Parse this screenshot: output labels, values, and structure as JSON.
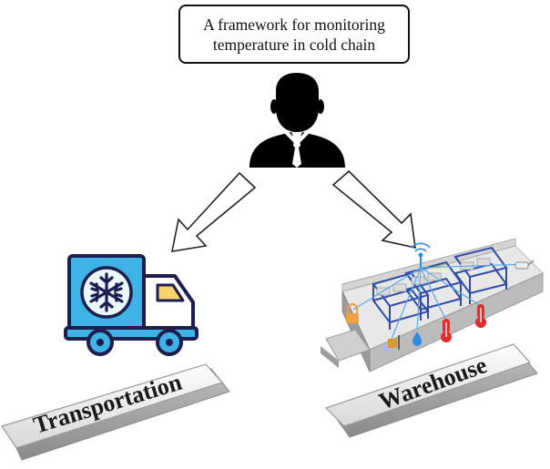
{
  "title": {
    "line1": "A framework for monitoring",
    "line2": "temperature in cold chain"
  },
  "nodes": {
    "person": {
      "icon": "businessman-icon"
    },
    "transport": {
      "icon": "refrigerated-truck-icon",
      "label": "Transportation"
    },
    "warehouse": {
      "icon": "cold-storage-warehouse-icon",
      "label": "Warehouse"
    }
  },
  "colors": {
    "truck_blue": "#3fb2e6",
    "truck_outline": "#1d1d4e",
    "cab_window": "#f6d36b",
    "sensor_blue": "#2f8de4",
    "thermometer_red": "#e02d2d",
    "lock_orange": "#f0a040"
  }
}
